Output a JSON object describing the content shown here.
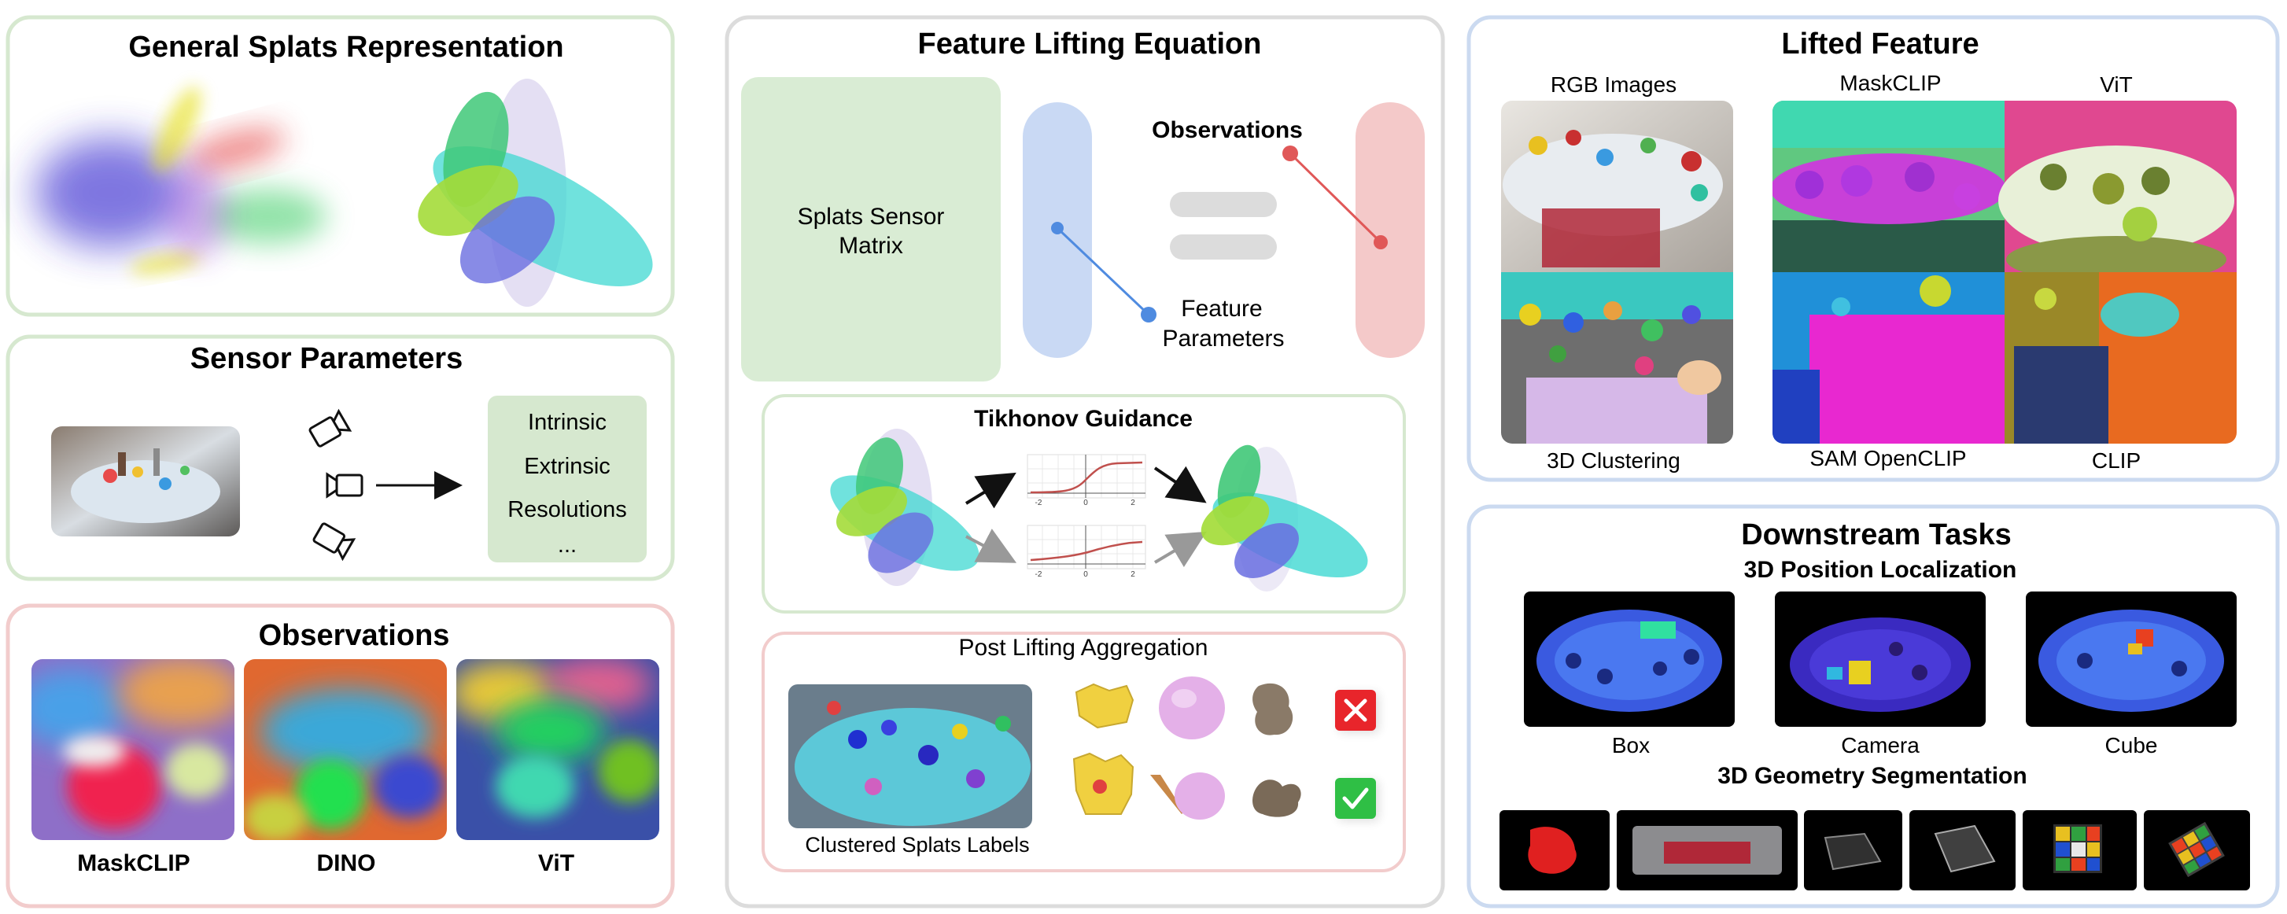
{
  "splats": {
    "title": "General Splats Representation"
  },
  "sensor": {
    "title": "Sensor Parameters",
    "params": [
      "Intrinsic",
      "Extrinsic",
      "Resolutions",
      "..."
    ]
  },
  "observations_panel": {
    "title": "Observations",
    "images": [
      {
        "label": "MaskCLIP"
      },
      {
        "label": "DINO"
      },
      {
        "label": "ViT"
      }
    ]
  },
  "equation": {
    "title": "Feature Lifting Equation",
    "matrix_label_line1": "Splats Sensor",
    "matrix_label_line2": "Matrix",
    "observations_label": "Observations",
    "feature_label_line1": "Feature",
    "feature_label_line2": "Parameters",
    "colors": {
      "matrix": "#d9ecd4",
      "feature": "#c9d9f4",
      "observation": "#f4c9c9",
      "feature_line": "#4f8be0",
      "observation_line": "#e05858"
    }
  },
  "tikhonov": {
    "title": "Tikhonov Guidance",
    "tick_labels_top": [
      "-2",
      "0",
      "2"
    ],
    "tick_labels_bottom": [
      "-2",
      "0",
      "2"
    ]
  },
  "aggregation": {
    "title": "Post Lifting Aggregation",
    "clustered_label": "Clustered Splats Labels",
    "reject_icon": "cross-icon",
    "accept_icon": "check-icon",
    "colors": {
      "reject": "#e8252b",
      "accept": "#2fbf45"
    }
  },
  "lifted": {
    "title": "Lifted Feature",
    "labels": {
      "rgb": "RGB Images",
      "maskclip": "MaskCLIP",
      "vit": "ViT",
      "clustering": "3D Clustering",
      "sam": "SAM OpenCLIP",
      "clip": "CLIP"
    }
  },
  "downstream": {
    "title": "Downstream Tasks",
    "localization_title": "3D Position Localization",
    "localization_items": [
      {
        "label": "Box"
      },
      {
        "label": "Camera"
      },
      {
        "label": "Cube"
      }
    ],
    "segmentation_title": "3D Geometry Segmentation"
  },
  "panel_colors": {
    "green": "#d6e8cf",
    "red": "#f2cccc",
    "gray": "#dcdcdc",
    "blue": "#cbdaf0"
  }
}
